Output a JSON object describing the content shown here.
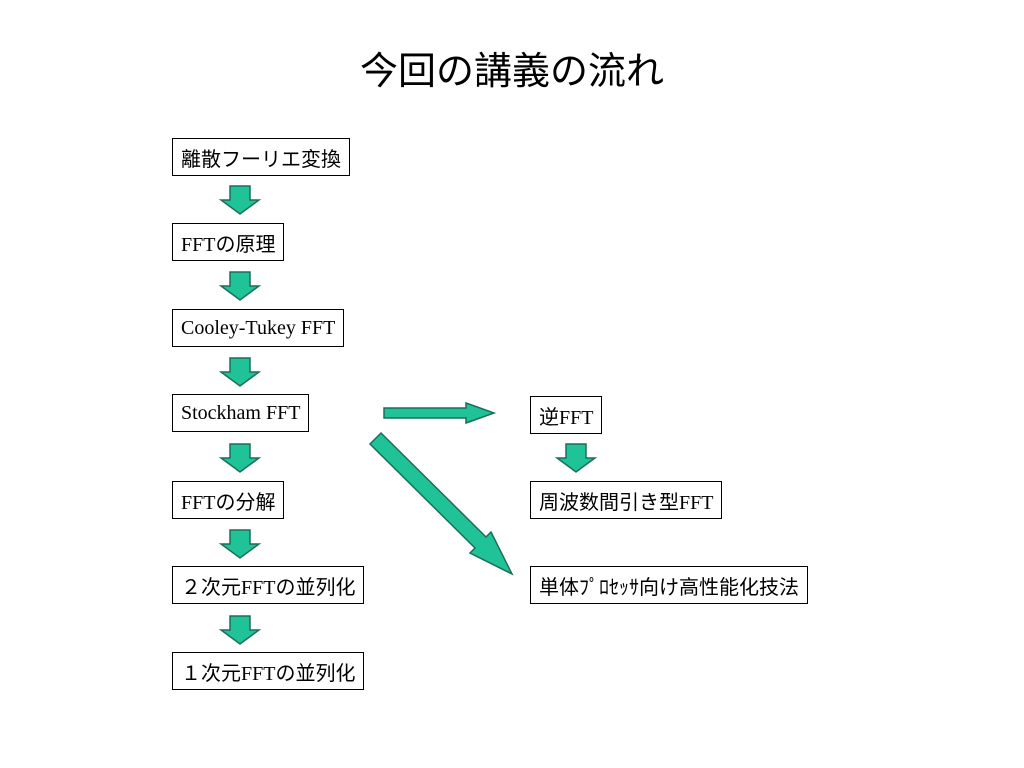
{
  "title": "今回の講義の流れ",
  "nodes": {
    "dft": "離散フーリエ変換",
    "fft_principle": "FFTの原理",
    "cooley_tukey": "Cooley-Tukey FFT",
    "stockham": "Stockham FFT",
    "fft_decomposition": "FFTの分解",
    "parallel_2d": "２次元FFTの並列化",
    "parallel_1d": "１次元FFTの並列化",
    "inverse_fft": "逆FFT",
    "dif_fft": "周波数間引き型FFT",
    "single_processor": "単体ﾌﾟﾛｾｯｻ向け高性能化技法"
  },
  "colors": {
    "arrow_fill": "#1fc397",
    "arrow_stroke": "#1b6e5a",
    "box_border": "#000000"
  }
}
